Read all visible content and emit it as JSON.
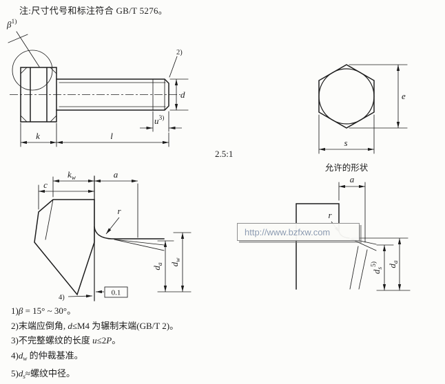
{
  "page": {
    "top_note": "注:尺寸代号和标注符合 GB/T 5276。",
    "scale_label": "2.5:1",
    "end_view_caption": "允许的形状",
    "watermark": "http://www.bzfxw.com"
  },
  "labels": {
    "beta": "β",
    "k": "k",
    "l": "l",
    "d": "d",
    "u": "u",
    "e": "e",
    "s": "s",
    "c": "c",
    "a": "a",
    "r": "r",
    "sub_w": "w",
    "sub_a": "a",
    "sub_s": "s",
    "sup_1": "1)",
    "sup_2": "2)",
    "sup_3": "3)",
    "sup_4": "4)",
    "sup_5": "5)",
    "tolerance": "0.1"
  },
  "footnotes": {
    "fn1": [
      "1)",
      "β",
      " = 15° ~ 30°。"
    ],
    "fn2": [
      "2)末端应倒角, ",
      "d",
      "≤M4 为辗制末端(GB/T 2)。"
    ],
    "fn3": [
      "3)不完整螺纹的长度 ",
      "u",
      "≤2",
      "P",
      "。"
    ],
    "fn4": [
      "4)",
      "d",
      "w",
      " 的仲裁基准。"
    ],
    "fn5": [
      "5)",
      "d",
      "s",
      "≈螺纹中径。"
    ]
  }
}
